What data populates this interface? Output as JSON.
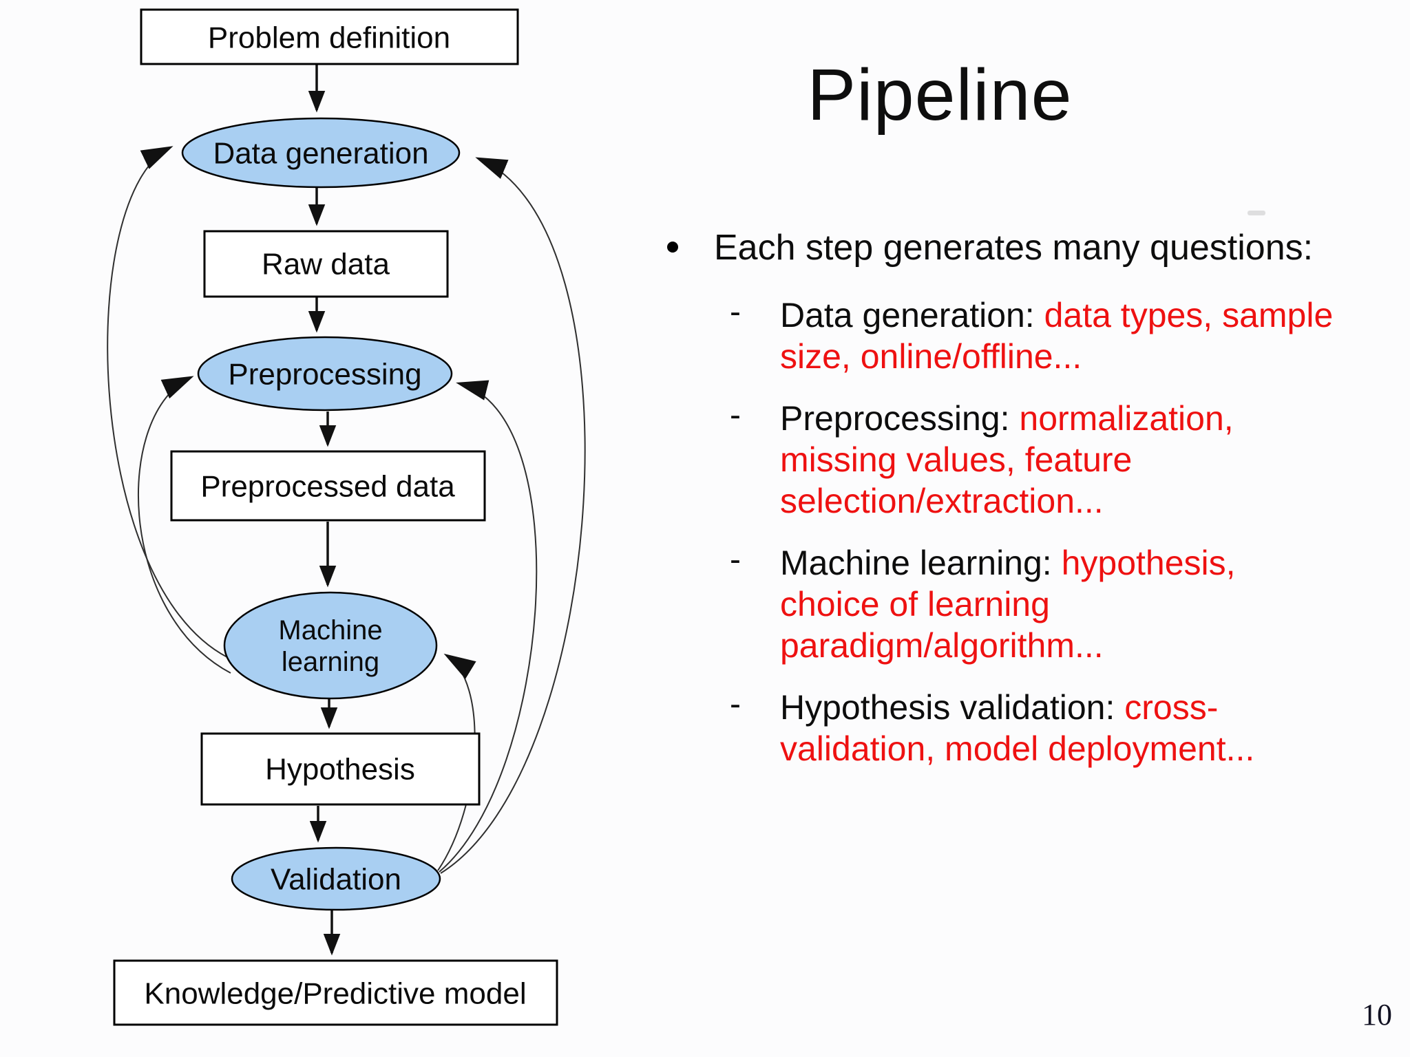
{
  "slide": {
    "title": "Pipeline",
    "page_number": "10"
  },
  "diagram": {
    "nodes": {
      "problem_definition": "Problem definition",
      "data_generation": "Data generation",
      "raw_data": "Raw data",
      "preprocessing": "Preprocessing",
      "preprocessed_data": "Preprocessed data",
      "machine_learning": "Machine learning",
      "machine_learning_lines": [
        "Machine",
        "learning"
      ],
      "hypothesis": "Hypothesis",
      "validation": "Validation",
      "knowledge": "Knowledge/Predictive model"
    },
    "colors": {
      "ellipse_fill": "#A9CFF2",
      "node_stroke": "#000000",
      "edge_color": "#2F2F2F"
    }
  },
  "bullets": {
    "marker": "•",
    "dash": "-",
    "heading": "Each step generates many questions:",
    "items": [
      {
        "lines": [
          [
            {
              "t": "Data generation: ",
              "red": false
            },
            {
              "t": "data types, sample",
              "red": true
            }
          ],
          [
            {
              "t": "size, online/offline...",
              "red": true
            }
          ]
        ]
      },
      {
        "lines": [
          [
            {
              "t": "Preprocessing: ",
              "red": false
            },
            {
              "t": "normalization,",
              "red": true
            }
          ],
          [
            {
              "t": "missing values, feature",
              "red": true
            }
          ],
          [
            {
              "t": "selection/extraction...",
              "red": true
            }
          ]
        ]
      },
      {
        "lines": [
          [
            {
              "t": "Machine learning: ",
              "red": false
            },
            {
              "t": "hypothesis,",
              "red": true
            }
          ],
          [
            {
              "t": "choice of learning",
              "red": true
            }
          ],
          [
            {
              "t": "paradigm/algorithm...",
              "red": true
            }
          ]
        ]
      },
      {
        "lines": [
          [
            {
              "t": "Hypothesis validation: ",
              "red": false
            },
            {
              "t": "cross-",
              "red": true
            }
          ],
          [
            {
              "t": "validation, model deployment...",
              "red": true
            }
          ]
        ]
      }
    ]
  },
  "colors": {
    "highlight_red": "#EE1111",
    "text_black": "#0D0D0D"
  }
}
